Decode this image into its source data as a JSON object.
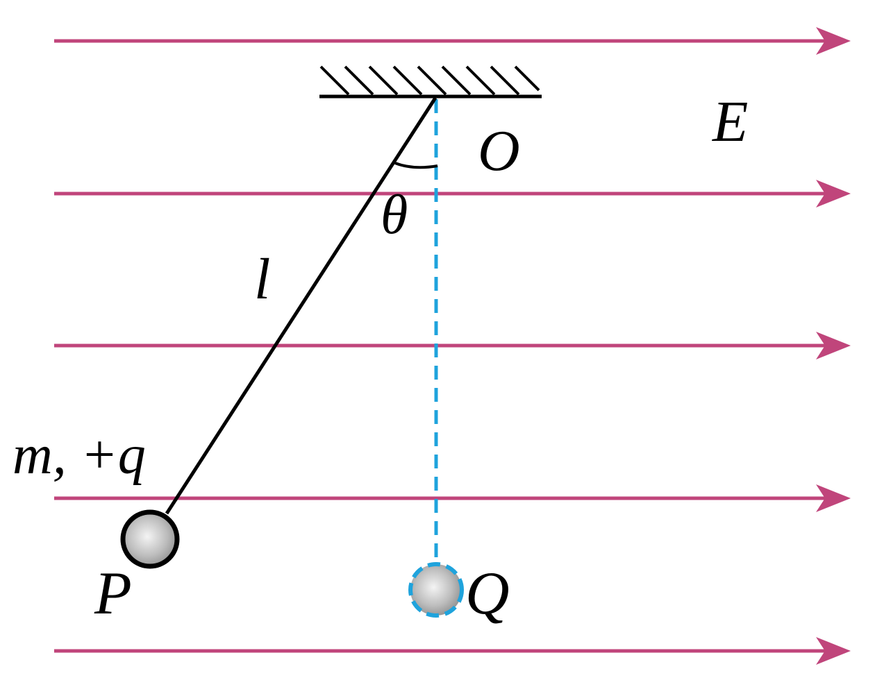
{
  "labels": {
    "field": "E",
    "pivot": "O",
    "angle": "θ",
    "length": "l",
    "charge": "m, +q",
    "ball_p": "P",
    "ball_q": "Q"
  },
  "colors": {
    "field_lines": "#c0457b",
    "string": "#000000",
    "dashed_line": "#1fa3dc",
    "ball_fill": "#bdbdbd"
  }
}
